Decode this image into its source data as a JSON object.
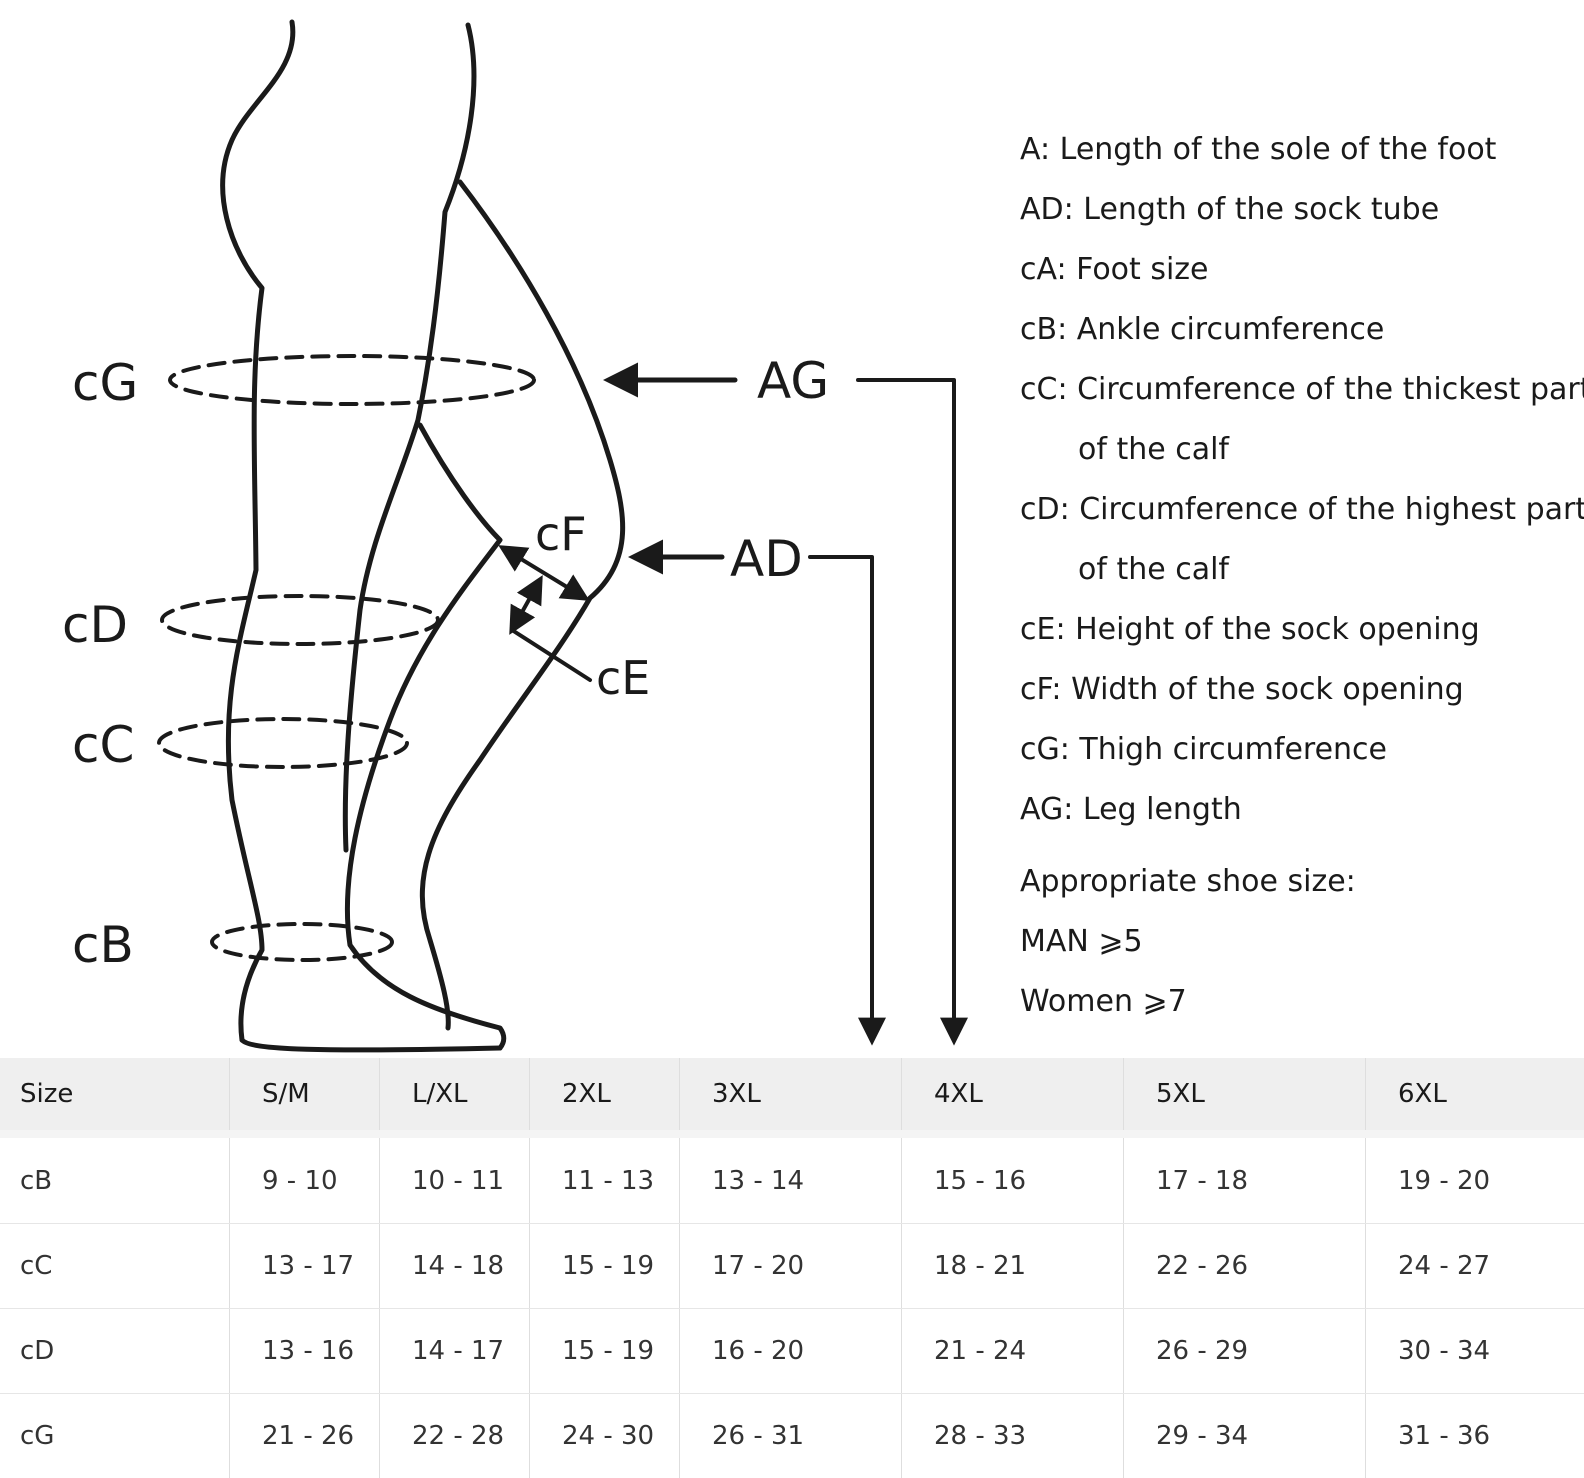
{
  "diagram": {
    "labels": {
      "cG": "cG",
      "cD": "cD",
      "cC": "cC",
      "cB": "cB",
      "cF": "cF",
      "cE": "cE",
      "AG": "AG",
      "AD": "AD"
    }
  },
  "legend": {
    "items": [
      "A: Length of the sole of the foot",
      "AD: Length of the sock tube",
      "cA: Foot size",
      "cB: Ankle circumference",
      "cC: Circumference of the thickest part",
      "of the calf",
      "cD: Circumference of the highest part",
      "of the calf",
      "cE: Height of the sock opening",
      "cF: Width of the sock opening",
      "cG: Thigh circumference",
      "AG: Leg length"
    ],
    "shoe_title": "Appropriate shoe size:",
    "shoe_man": "MAN ⩾5",
    "shoe_women": "Women ⩾7"
  },
  "table": {
    "headers": [
      "Size",
      "S/M",
      "L/XL",
      "2XL",
      "3XL",
      "4XL",
      "5XL",
      "6XL"
    ],
    "rows": [
      [
        "cB",
        "9 - 10",
        "10 - 11",
        "11 - 13",
        "13 - 14",
        "15 - 16",
        "17 - 18",
        "19 - 20"
      ],
      [
        "cC",
        "13 - 17",
        "14 - 18",
        "15 - 19",
        "17 - 20",
        "18 - 21",
        "22 - 26",
        "24 - 27"
      ],
      [
        "cD",
        "13 - 16",
        "14 - 17",
        "15 - 19",
        "16 - 20",
        "21 - 24",
        "26 - 29",
        "30 - 34"
      ],
      [
        "cG",
        "21 - 26",
        "22 - 28",
        "24 - 30",
        "26 - 31",
        "28 - 33",
        "29 - 34",
        "31 - 36"
      ]
    ]
  },
  "colors": {
    "line": "#1a1a1a",
    "header_bg": "#efefef",
    "grid": "#dedede"
  }
}
